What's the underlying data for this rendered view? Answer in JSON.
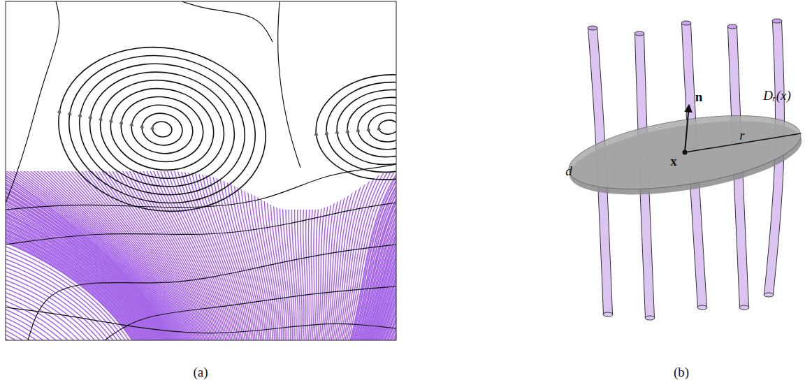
{
  "diagram": {
    "labels": [
      "(a)",
      "(b)",
      "d",
      "n",
      "x",
      "r",
      "Dᵣ(x)"
    ]
  }
}
